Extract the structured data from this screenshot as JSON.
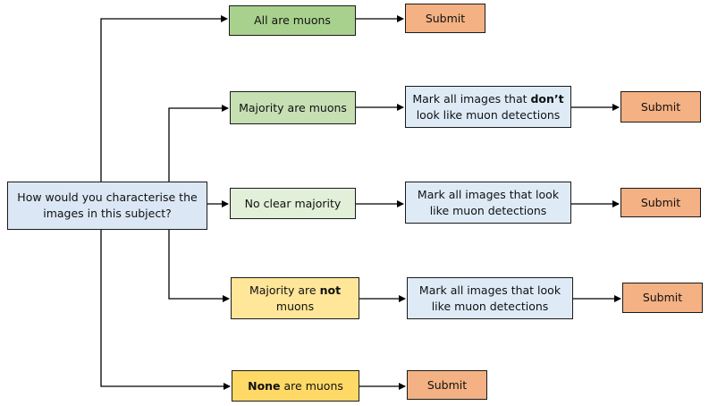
{
  "colors": {
    "question": "#dbe7f5",
    "all_muons": "#a9d18e",
    "majority_muons": "#c6e0b4",
    "no_majority": "#e2efd9",
    "majority_not": "#ffe699",
    "none_muons": "#ffd966",
    "mark": "#deebf7",
    "submit": "#f4b183",
    "line": "#000000"
  },
  "question": {
    "line1": "How would you characterise the",
    "line2": "images in this subject?"
  },
  "options": {
    "all": {
      "label": "All are muons"
    },
    "majority": {
      "label": "Majority are muons"
    },
    "no_clear": {
      "label": "No clear majority"
    },
    "majority_not": {
      "pre": "Majority are ",
      "bold": "not",
      "line2": "muons"
    },
    "none": {
      "bold": "None",
      "post": " are muons"
    }
  },
  "mark": {
    "dont": {
      "line1_pre": "Mark all images that ",
      "line1_bold": "don’t",
      "line2": "look like muon detections"
    },
    "look": {
      "line1": "Mark all images that look",
      "line2": "like muon detections"
    }
  },
  "submit_label": "Submit"
}
